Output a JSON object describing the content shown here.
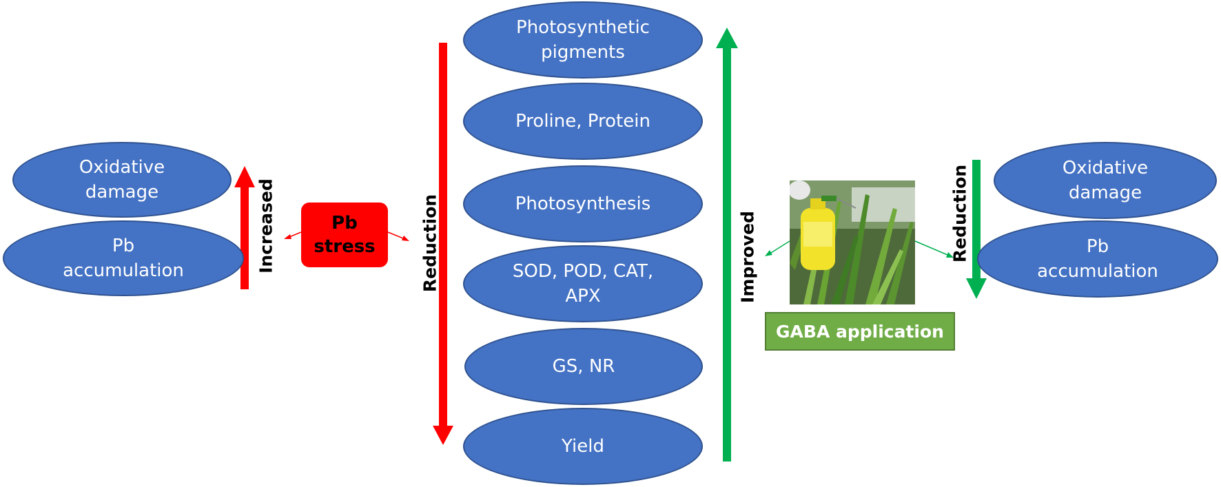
{
  "left_panel": {
    "oxidative_damage": "Oxidative\ndamage",
    "pb_accumulation": "Pb\naccumulation",
    "increased_label": "Increased"
  },
  "pb_stress": "Pb\nstress",
  "center_panel": {
    "reduction_label": "Reduction",
    "improved_label": "Improved",
    "items": [
      "Photosynthetic\npigments",
      "Proline, Protein",
      "Photosynthesis",
      "SOD, POD, CAT,\nAPX",
      "GS, NR",
      "Yield"
    ]
  },
  "gaba": {
    "label": "GABA application",
    "photo": "photo of hand spraying GABA solution from yellow sprayer on green plants"
  },
  "right_panel": {
    "reduction_label": "Reduction",
    "oxidative_damage": "Oxidative\ndamage",
    "pb_accumulation": "Pb\naccumulation"
  },
  "colors": {
    "ellipse_fill": "#4472c4",
    "red_arrow": "#ff0000",
    "green_arrow": "#00b050",
    "gaba_box": "#70ad47"
  }
}
